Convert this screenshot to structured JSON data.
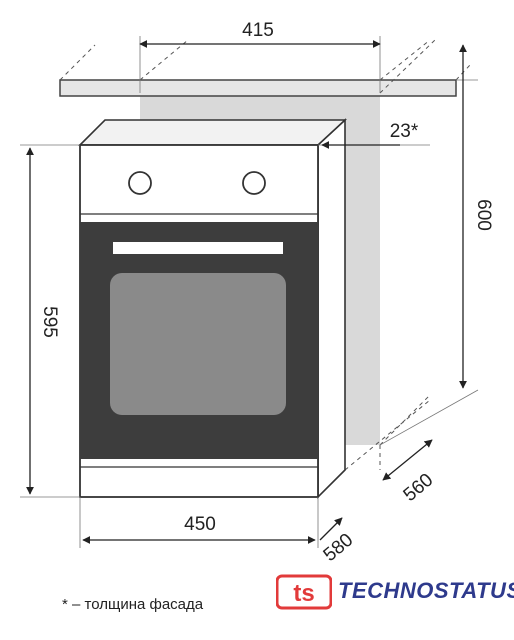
{
  "dimensions": {
    "niche_width": "415",
    "facade_thickness": "23*",
    "niche_height": "600",
    "oven_height": "595",
    "niche_depth": "560",
    "oven_width": "450",
    "oven_depth": "580"
  },
  "footnote": "* – толщина фасада",
  "brand": {
    "logo_letters": "ts",
    "name": "TECHNOSTATUS",
    "logo_color": "#e23a3a",
    "name_color": "#2e3a8c"
  }
}
